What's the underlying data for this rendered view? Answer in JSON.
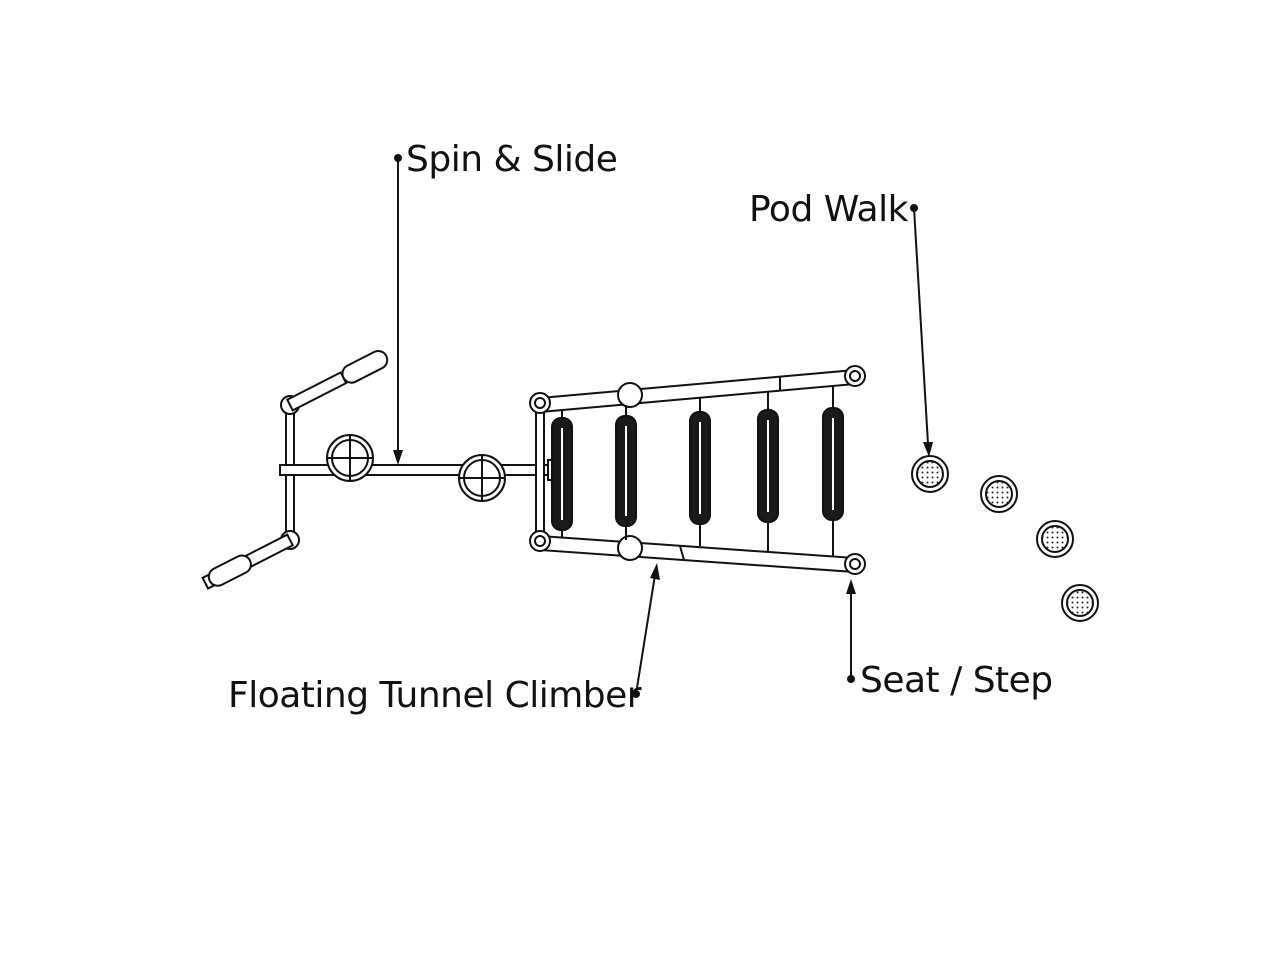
{
  "labels": {
    "spin_slide": "Spin & Slide",
    "pod_walk": "Pod Walk",
    "tunnel_climber": "Floating Tunnel Climber",
    "seat_step": "Seat / Step"
  },
  "colors": {
    "line": "#111111",
    "fill_light": "#ffffff",
    "fill_dark": "#1a1a1a",
    "background": "#ffffff"
  },
  "components": {
    "pods_count": 4,
    "tunnel_rungs_count": 5
  }
}
